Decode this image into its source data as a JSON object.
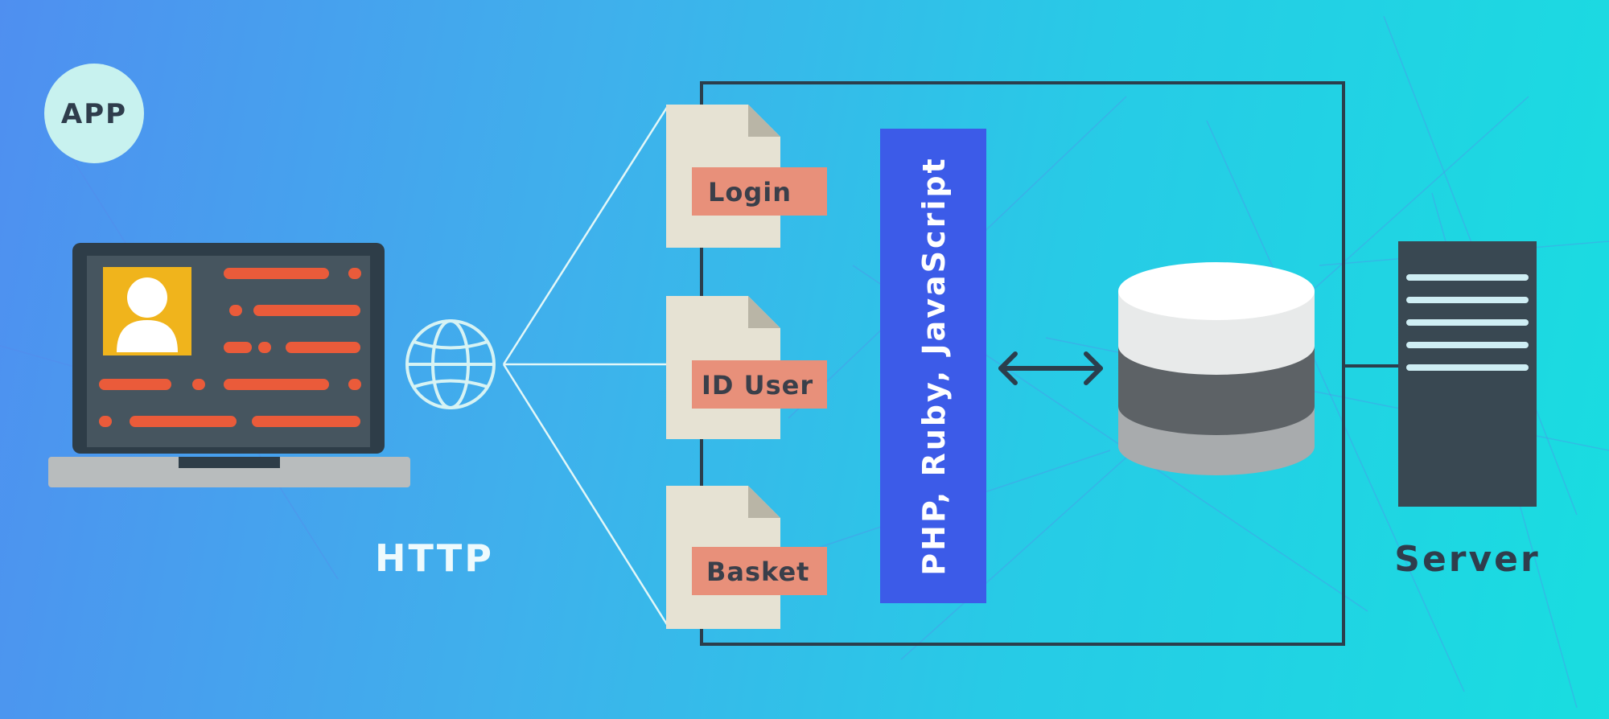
{
  "app_badge": "APP",
  "protocol_label": "HTTP",
  "documents": [
    {
      "label": "Login"
    },
    {
      "label": "ID User"
    },
    {
      "label": "Basket"
    }
  ],
  "languages_label": "PHP, Ruby, JavaScript",
  "server_label": "Server",
  "colors": {
    "background_left": "#4f8ff0",
    "background_right": "#19dde0",
    "tag": "#e8907a",
    "paper": "#e6e2d3",
    "language_bar": "#3c5be8",
    "frame": "#2b3e4c",
    "server": "#394852",
    "laptop_screen": "#46555f",
    "laptop_line": "#ea5b3a",
    "avatar_bg": "#f0b41c"
  }
}
